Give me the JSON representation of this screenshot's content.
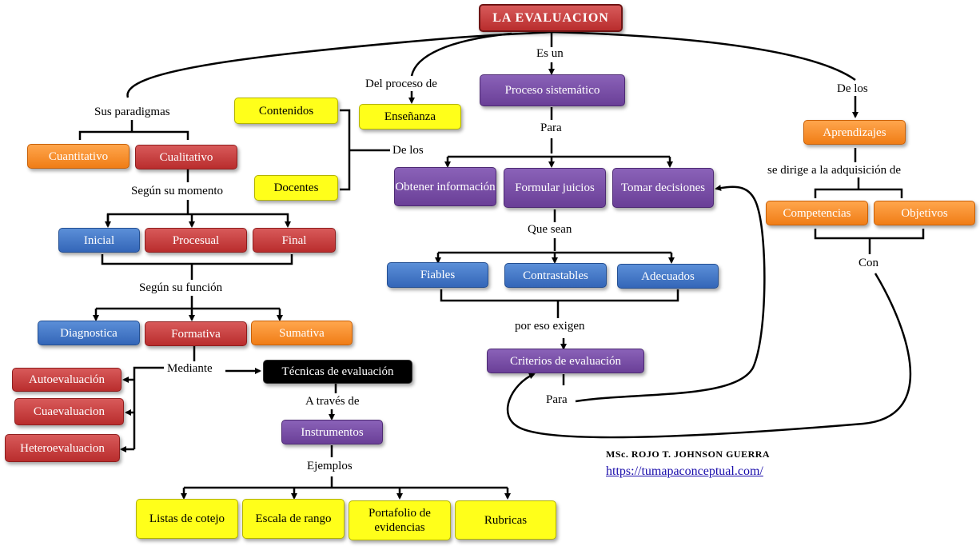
{
  "title": "LA  EVALUACION",
  "labels": {
    "es_un": "Es un",
    "sus_paradigmas": "Sus paradigmas",
    "del_proceso_de": "Del proceso de",
    "de_los_left": "De los",
    "de_los_right": "De los",
    "para_top": "Para",
    "segun_momento": "Según  su momento",
    "segun_funcion": "Según  su función",
    "mediante": "Mediante",
    "a_traves_de": "A través  de",
    "ejemplos": "Ejemplos",
    "que_sean": "Que sean",
    "por_eso_exigen": "por eso exigen",
    "para_bottom": "Para",
    "se_dirige": "se dirige  a la  adquisición de",
    "con": "Con"
  },
  "nodes": {
    "proceso": "Proceso sistemático",
    "enseñanza": "Enseñanza",
    "contenidos": "Contenidos",
    "docentes": "Docentes",
    "cuantitativo": "Cuantitativo",
    "cualitativo": "Cualitativo",
    "inicial": "Inicial",
    "procesual": "Procesual",
    "final": "Final",
    "diagnostica": "Diagnostica",
    "formativa": "Formativa",
    "sumativa": "Sumativa",
    "autoevaluacion": "Autoevaluación",
    "cuaevaluacion": "Cuaevaluacion",
    "heteroevaluacion": "Heteroevaluacion",
    "tecnicas": "Técnicas de evaluación",
    "instrumentos": "Instrumentos",
    "listas": "Listas de cotejo",
    "escala": "Escala de rango",
    "portafolio": "Portafolio de evidencias",
    "rubricas": "Rubricas",
    "obtener": "Obtener información",
    "formular": "Formular juicios",
    "tomar": "Tomar decisiones",
    "fiables": "Fiables",
    "contrastables": "Contrastables",
    "adecuados": "Adecuados",
    "criterios": "Criterios de evaluación",
    "aprendizajes": "Aprendizajes",
    "competencias": "Competencias",
    "objetivos": "Objetivos"
  },
  "author": "MSc. ROJO T. JOHNSON GUERRA",
  "url": "https://tumapaconceptual.com/"
}
